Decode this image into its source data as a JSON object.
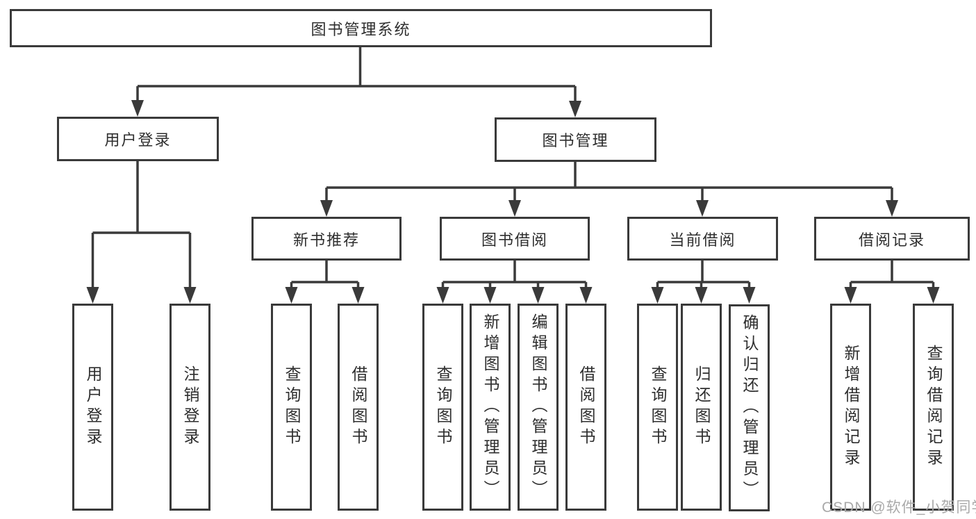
{
  "colors": {
    "line": "#3a3a3a",
    "box_border": "#3a3a3a",
    "text": "#2e2e2e",
    "background": "#ffffff",
    "watermark": "#a9a9a9"
  },
  "watermark": {
    "text": "CSDN @软件_小贺同学"
  },
  "tree": {
    "root": {
      "label": "图书管理系统"
    },
    "login": {
      "label": "用户登录",
      "children": [
        "用户登录",
        "注销登录"
      ]
    },
    "mgmt": {
      "label": "图书管理",
      "groups": [
        {
          "label": "新书推荐",
          "children": [
            "查询图书",
            "借阅图书"
          ]
        },
        {
          "label": "图书借阅",
          "children": [
            "查询图书",
            "新增图书（管理员）",
            "编辑图书（管理员）",
            "借阅图书"
          ]
        },
        {
          "label": "当前借阅",
          "children": [
            "查询图书",
            "归还图书",
            "确认归还（管理员）"
          ]
        },
        {
          "label": "借阅记录",
          "children": [
            "新增借阅记录",
            "查询借阅记录"
          ]
        }
      ]
    }
  }
}
